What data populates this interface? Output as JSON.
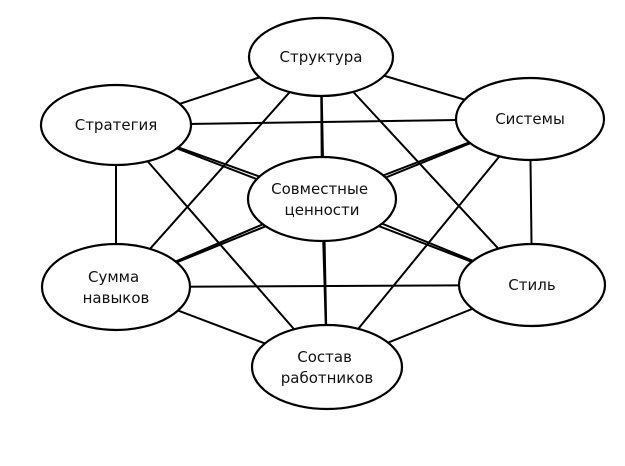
{
  "diagram": {
    "nodes": [
      {
        "id": "structure",
        "lines": [
          "Структура"
        ]
      },
      {
        "id": "strategy",
        "lines": [
          "Стратегия"
        ]
      },
      {
        "id": "systems",
        "lines": [
          "Системы"
        ]
      },
      {
        "id": "shared-values",
        "lines": [
          "Совместные",
          "ценности"
        ]
      },
      {
        "id": "skills",
        "lines": [
          "Сумма",
          "навыков"
        ]
      },
      {
        "id": "style",
        "lines": [
          "Стиль"
        ]
      },
      {
        "id": "staff",
        "lines": [
          "Состав",
          "работников"
        ]
      }
    ],
    "edges": [
      [
        "structure",
        "strategy"
      ],
      [
        "structure",
        "systems"
      ],
      [
        "structure",
        "shared-values"
      ],
      [
        "structure",
        "skills"
      ],
      [
        "structure",
        "style"
      ],
      [
        "structure",
        "staff"
      ],
      [
        "strategy",
        "systems"
      ],
      [
        "strategy",
        "shared-values"
      ],
      [
        "strategy",
        "skills"
      ],
      [
        "strategy",
        "style"
      ],
      [
        "strategy",
        "staff"
      ],
      [
        "systems",
        "shared-values"
      ],
      [
        "systems",
        "skills"
      ],
      [
        "systems",
        "style"
      ],
      [
        "systems",
        "staff"
      ],
      [
        "shared-values",
        "skills"
      ],
      [
        "shared-values",
        "style"
      ],
      [
        "shared-values",
        "staff"
      ],
      [
        "skills",
        "style"
      ],
      [
        "skills",
        "staff"
      ],
      [
        "style",
        "staff"
      ]
    ]
  }
}
